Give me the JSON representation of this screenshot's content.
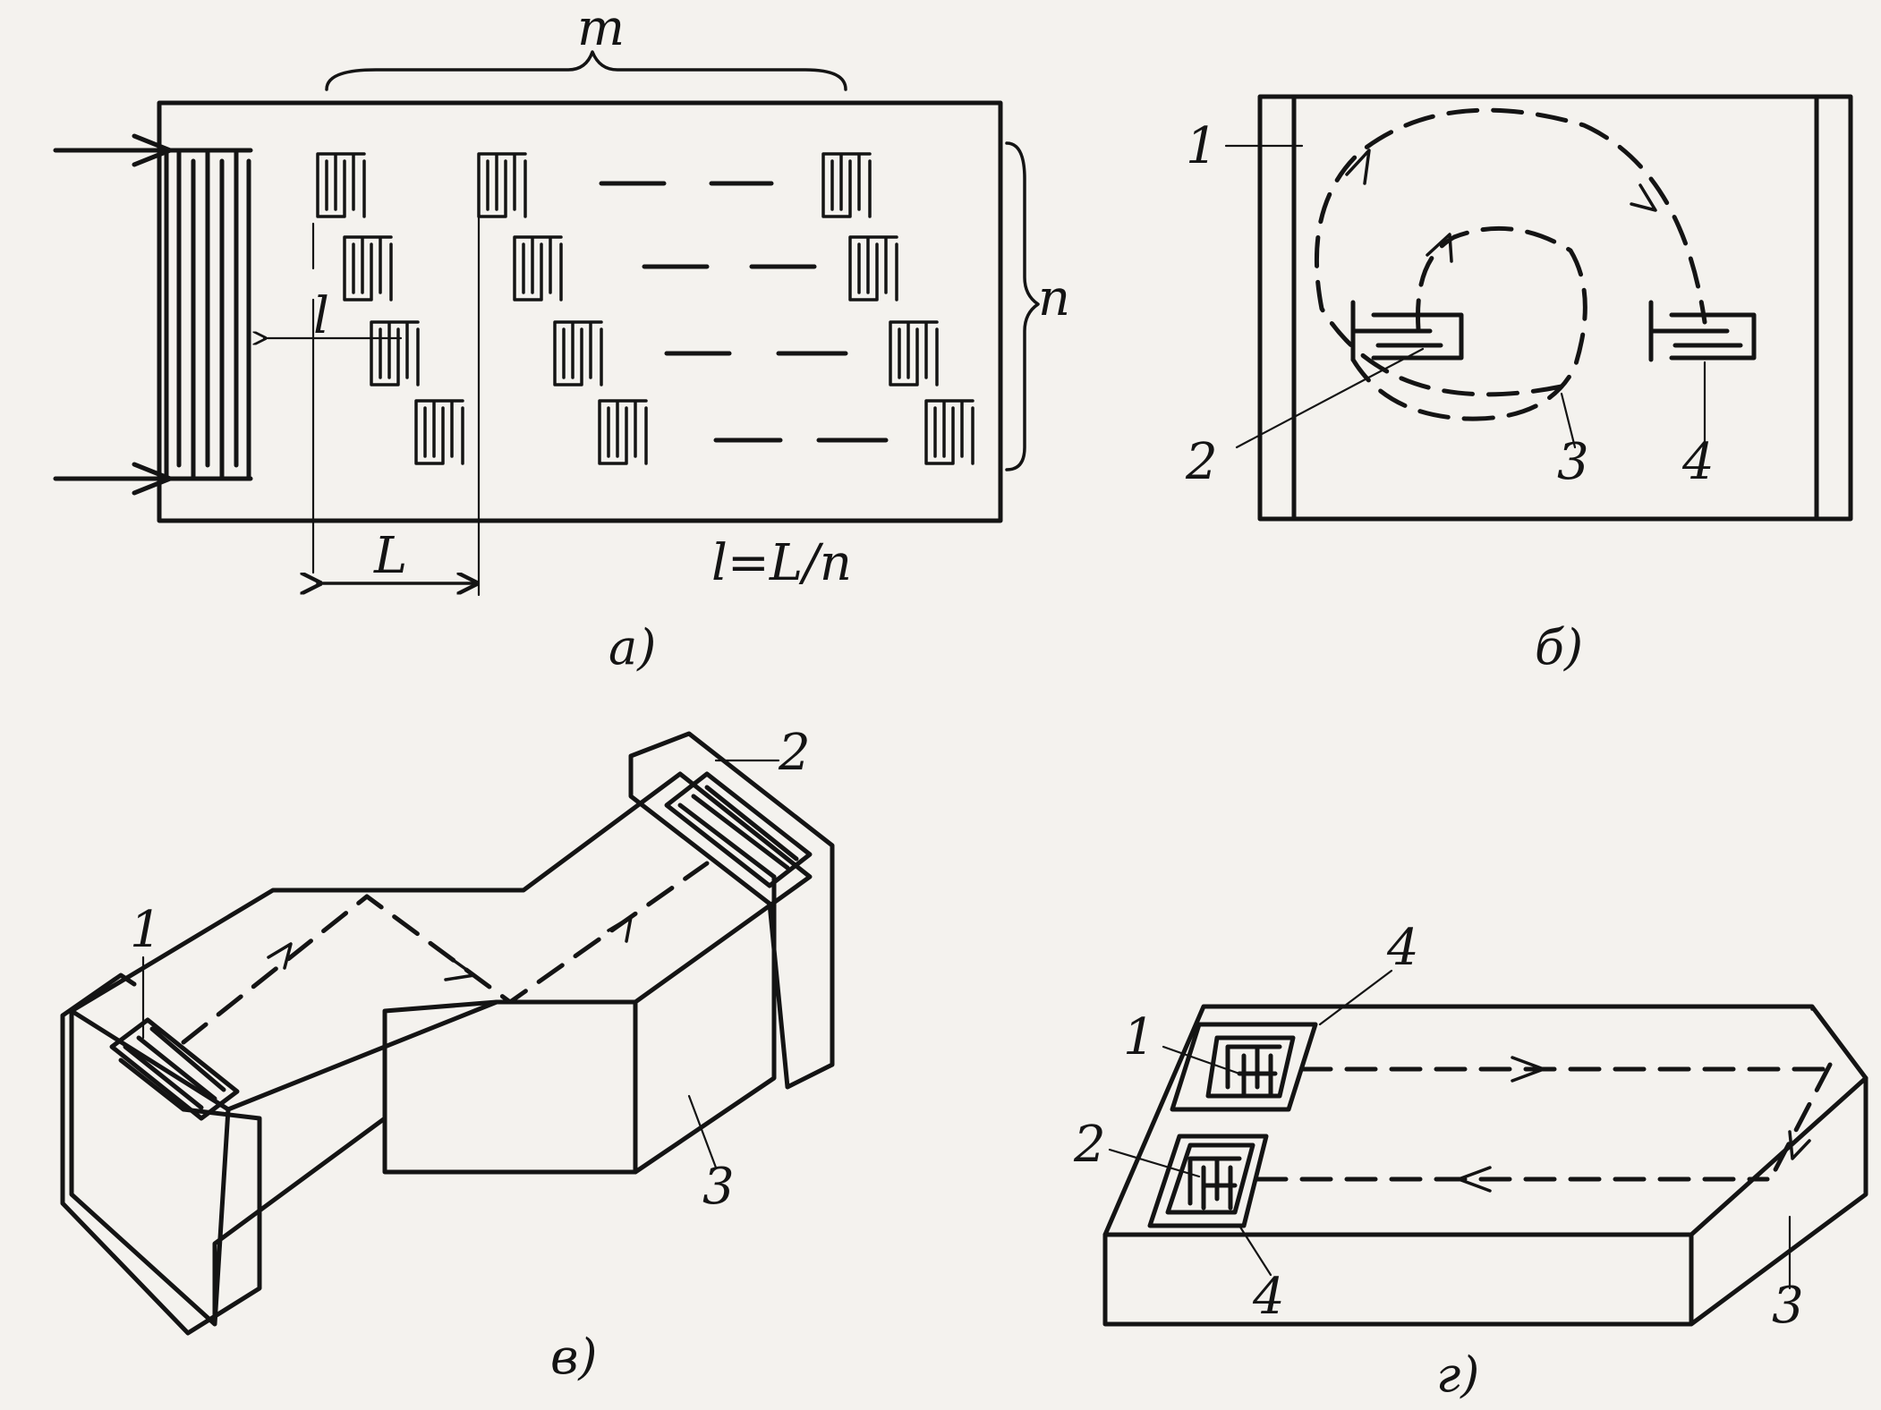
{
  "panel_a": {
    "dim_m": "m",
    "dim_n": "n",
    "dim_l": "l",
    "dim_L": "L",
    "formula": "l=L/n",
    "caption": "а)"
  },
  "panel_b": {
    "label_1": "1",
    "label_2": "2",
    "label_3": "3",
    "label_4": "4",
    "caption": "б)"
  },
  "panel_c": {
    "label_1": "1",
    "label_2": "2",
    "label_3": "3",
    "caption": "в)"
  },
  "panel_d": {
    "label_1": "1",
    "label_2": "2",
    "label_3": "3",
    "label_4_top": "4",
    "label_4_bottom": "4",
    "caption": "г)"
  }
}
